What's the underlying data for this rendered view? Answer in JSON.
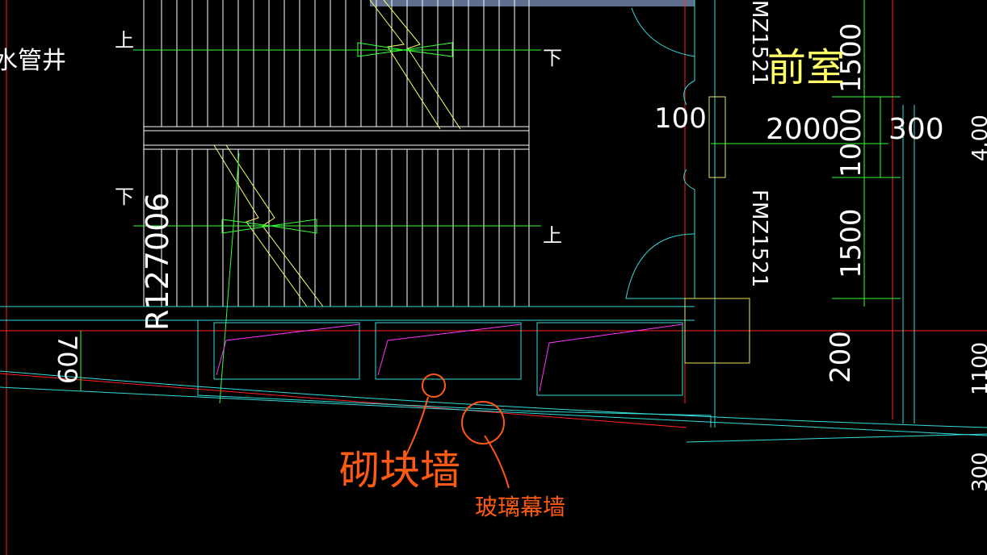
{
  "drawing": {
    "labels": {
      "pipe_well": "水管井",
      "up_top": "上",
      "down_top": "下",
      "down_mid": "下",
      "up_mid": "上",
      "front_room": "前室",
      "door_code_top": "MZ1521",
      "door_code_mid": "FMZ1521",
      "radius_note": "R127006",
      "block_wall": "砌块墙",
      "glass_curtain_wall": "玻璃幕墙"
    },
    "dimensions": {
      "d100_left": "100",
      "d2000": "2000",
      "d300_right": "300",
      "d1500_top": "1500",
      "d1000": "1000",
      "d1500_mid": "1500",
      "d200": "200",
      "d709": "709",
      "d1100": "1100",
      "d300_bottom": "300",
      "d_edge": "4.00"
    },
    "colors": {
      "background": "#000000",
      "white": "#ffffff",
      "yellow": "#ffff66",
      "green": "#33ff33",
      "cyan": "#33dddd",
      "red": "#ff2222",
      "magenta": "#ff33ff",
      "orange": "#ff5a14",
      "slate": "#5f6e8c",
      "light_yellow": "#e8e66a"
    }
  }
}
